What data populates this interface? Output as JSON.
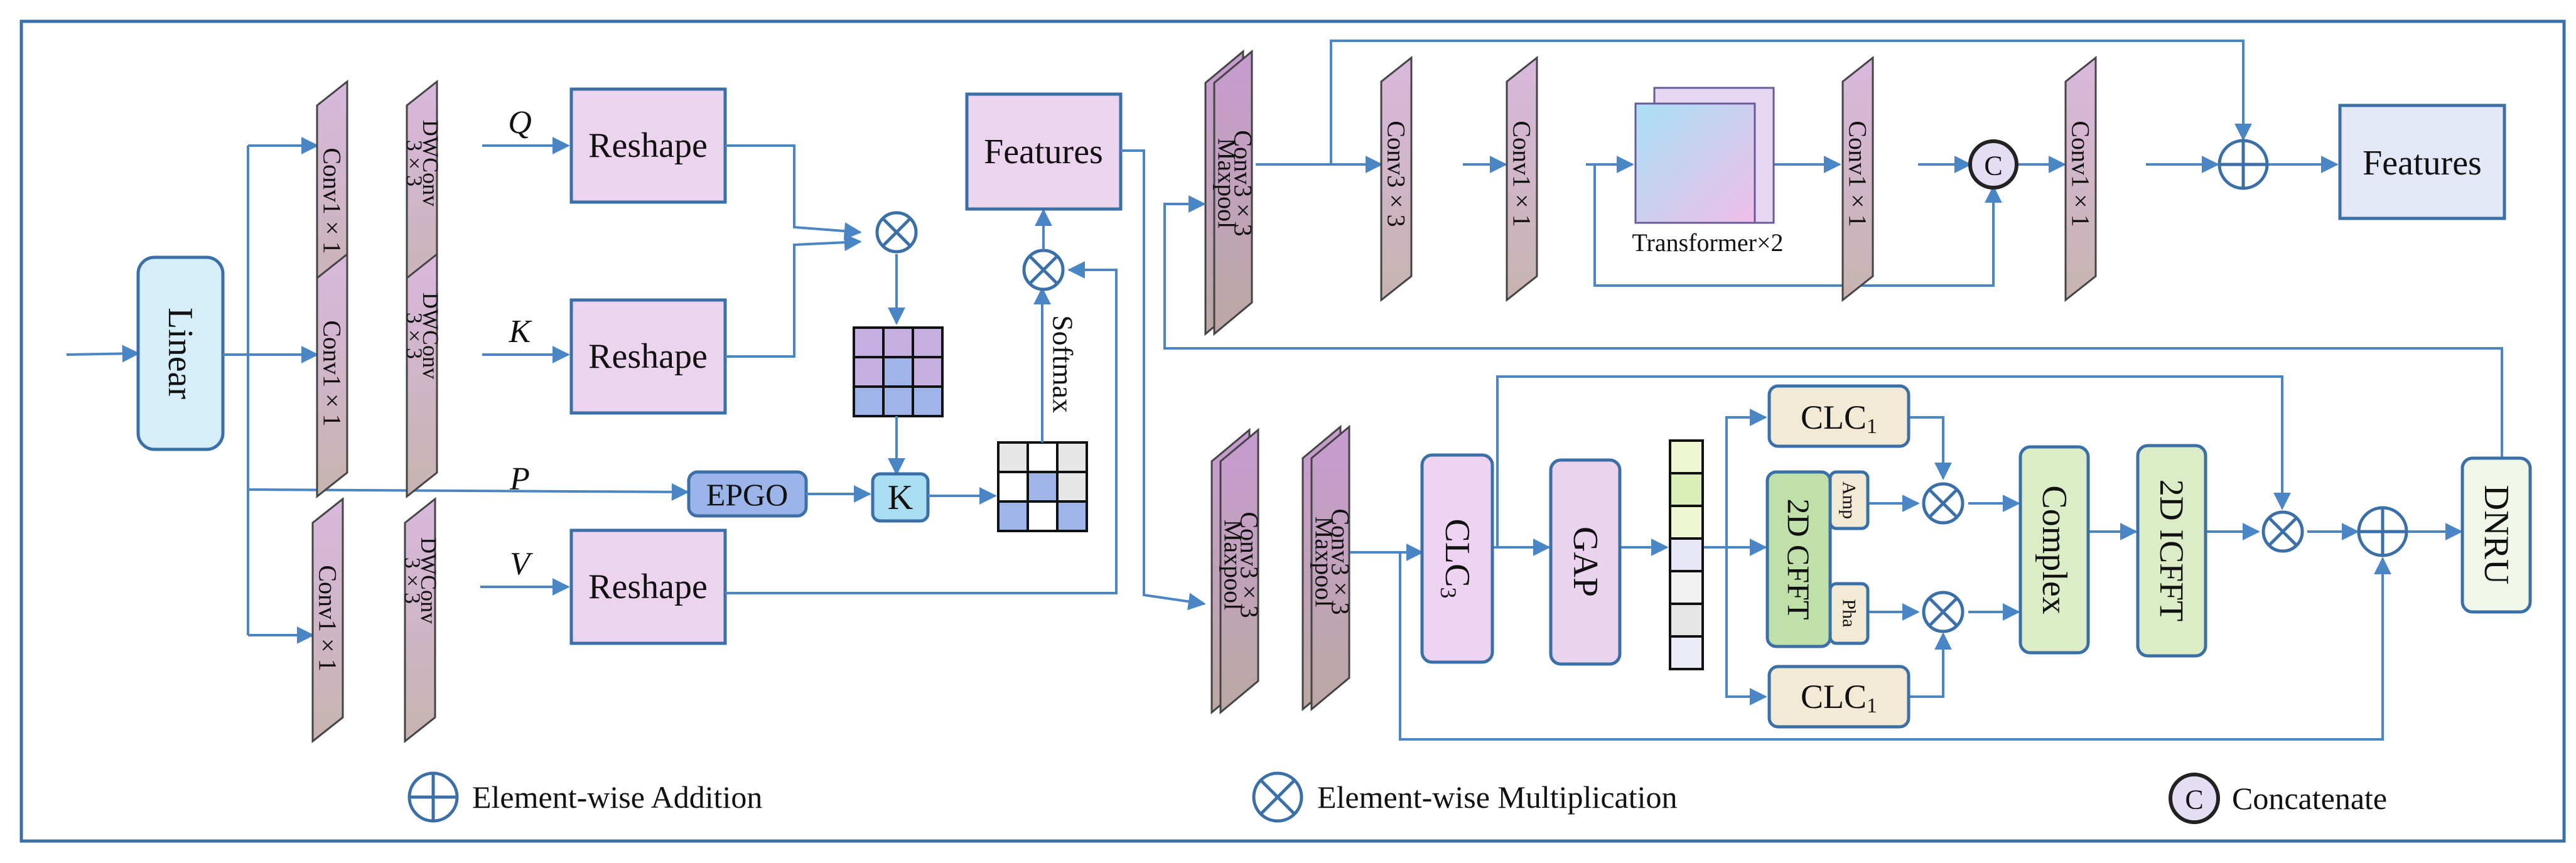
{
  "labels": {
    "linear": "Linear",
    "conv1x1": "Conv1 × 1",
    "dwconv_line1": "DWConv",
    "dwconv_line2": "3 × 3",
    "q": "Q",
    "k": "K",
    "v": "V",
    "p": "P",
    "reshape": "Reshape",
    "features": "Features",
    "softmax": "Softmax",
    "epgo": "EPGO",
    "k_box": "K",
    "conv3x3": "Conv3 × 3",
    "maxpool": "Maxpool",
    "transformer": "Transformer×2",
    "concat_symbol": "C",
    "clc_base": "CLC",
    "clc3_sub": "3",
    "clc1_sub": "1",
    "gap": "GAP",
    "cft": "2D CFFT",
    "amp": "Amp",
    "pha": "Pha",
    "complex": "Complex",
    "icfft": "2D ICFFT",
    "dnru": "DNRU"
  },
  "legend": {
    "add": "Element-wise Addition",
    "mul": "Element-wise Multiplication",
    "concat": "Concatenate"
  },
  "colors": {
    "line": "#4a86c5",
    "frame": "#3a6fa8",
    "linear_fill": "#d6eef7",
    "reshape_fill": "#ecd4ee",
    "features_out_fill": "#e4e8f6",
    "epgo_fill": "#9bb5ea",
    "k_fill": "#a9def2",
    "clc_fill": "#f3ead6",
    "clc3_fill": "#efd3f2",
    "gap_fill": "#e9d3ee",
    "cft_fill": "#bfe0a9",
    "complex_fill": "#dcecc6",
    "dnru_fill": "#f1f7e8",
    "matrix_blue": "#9fb5e9",
    "matrix_purple": "#c6b0e2",
    "matrix_gray": "#e6e6e6"
  }
}
